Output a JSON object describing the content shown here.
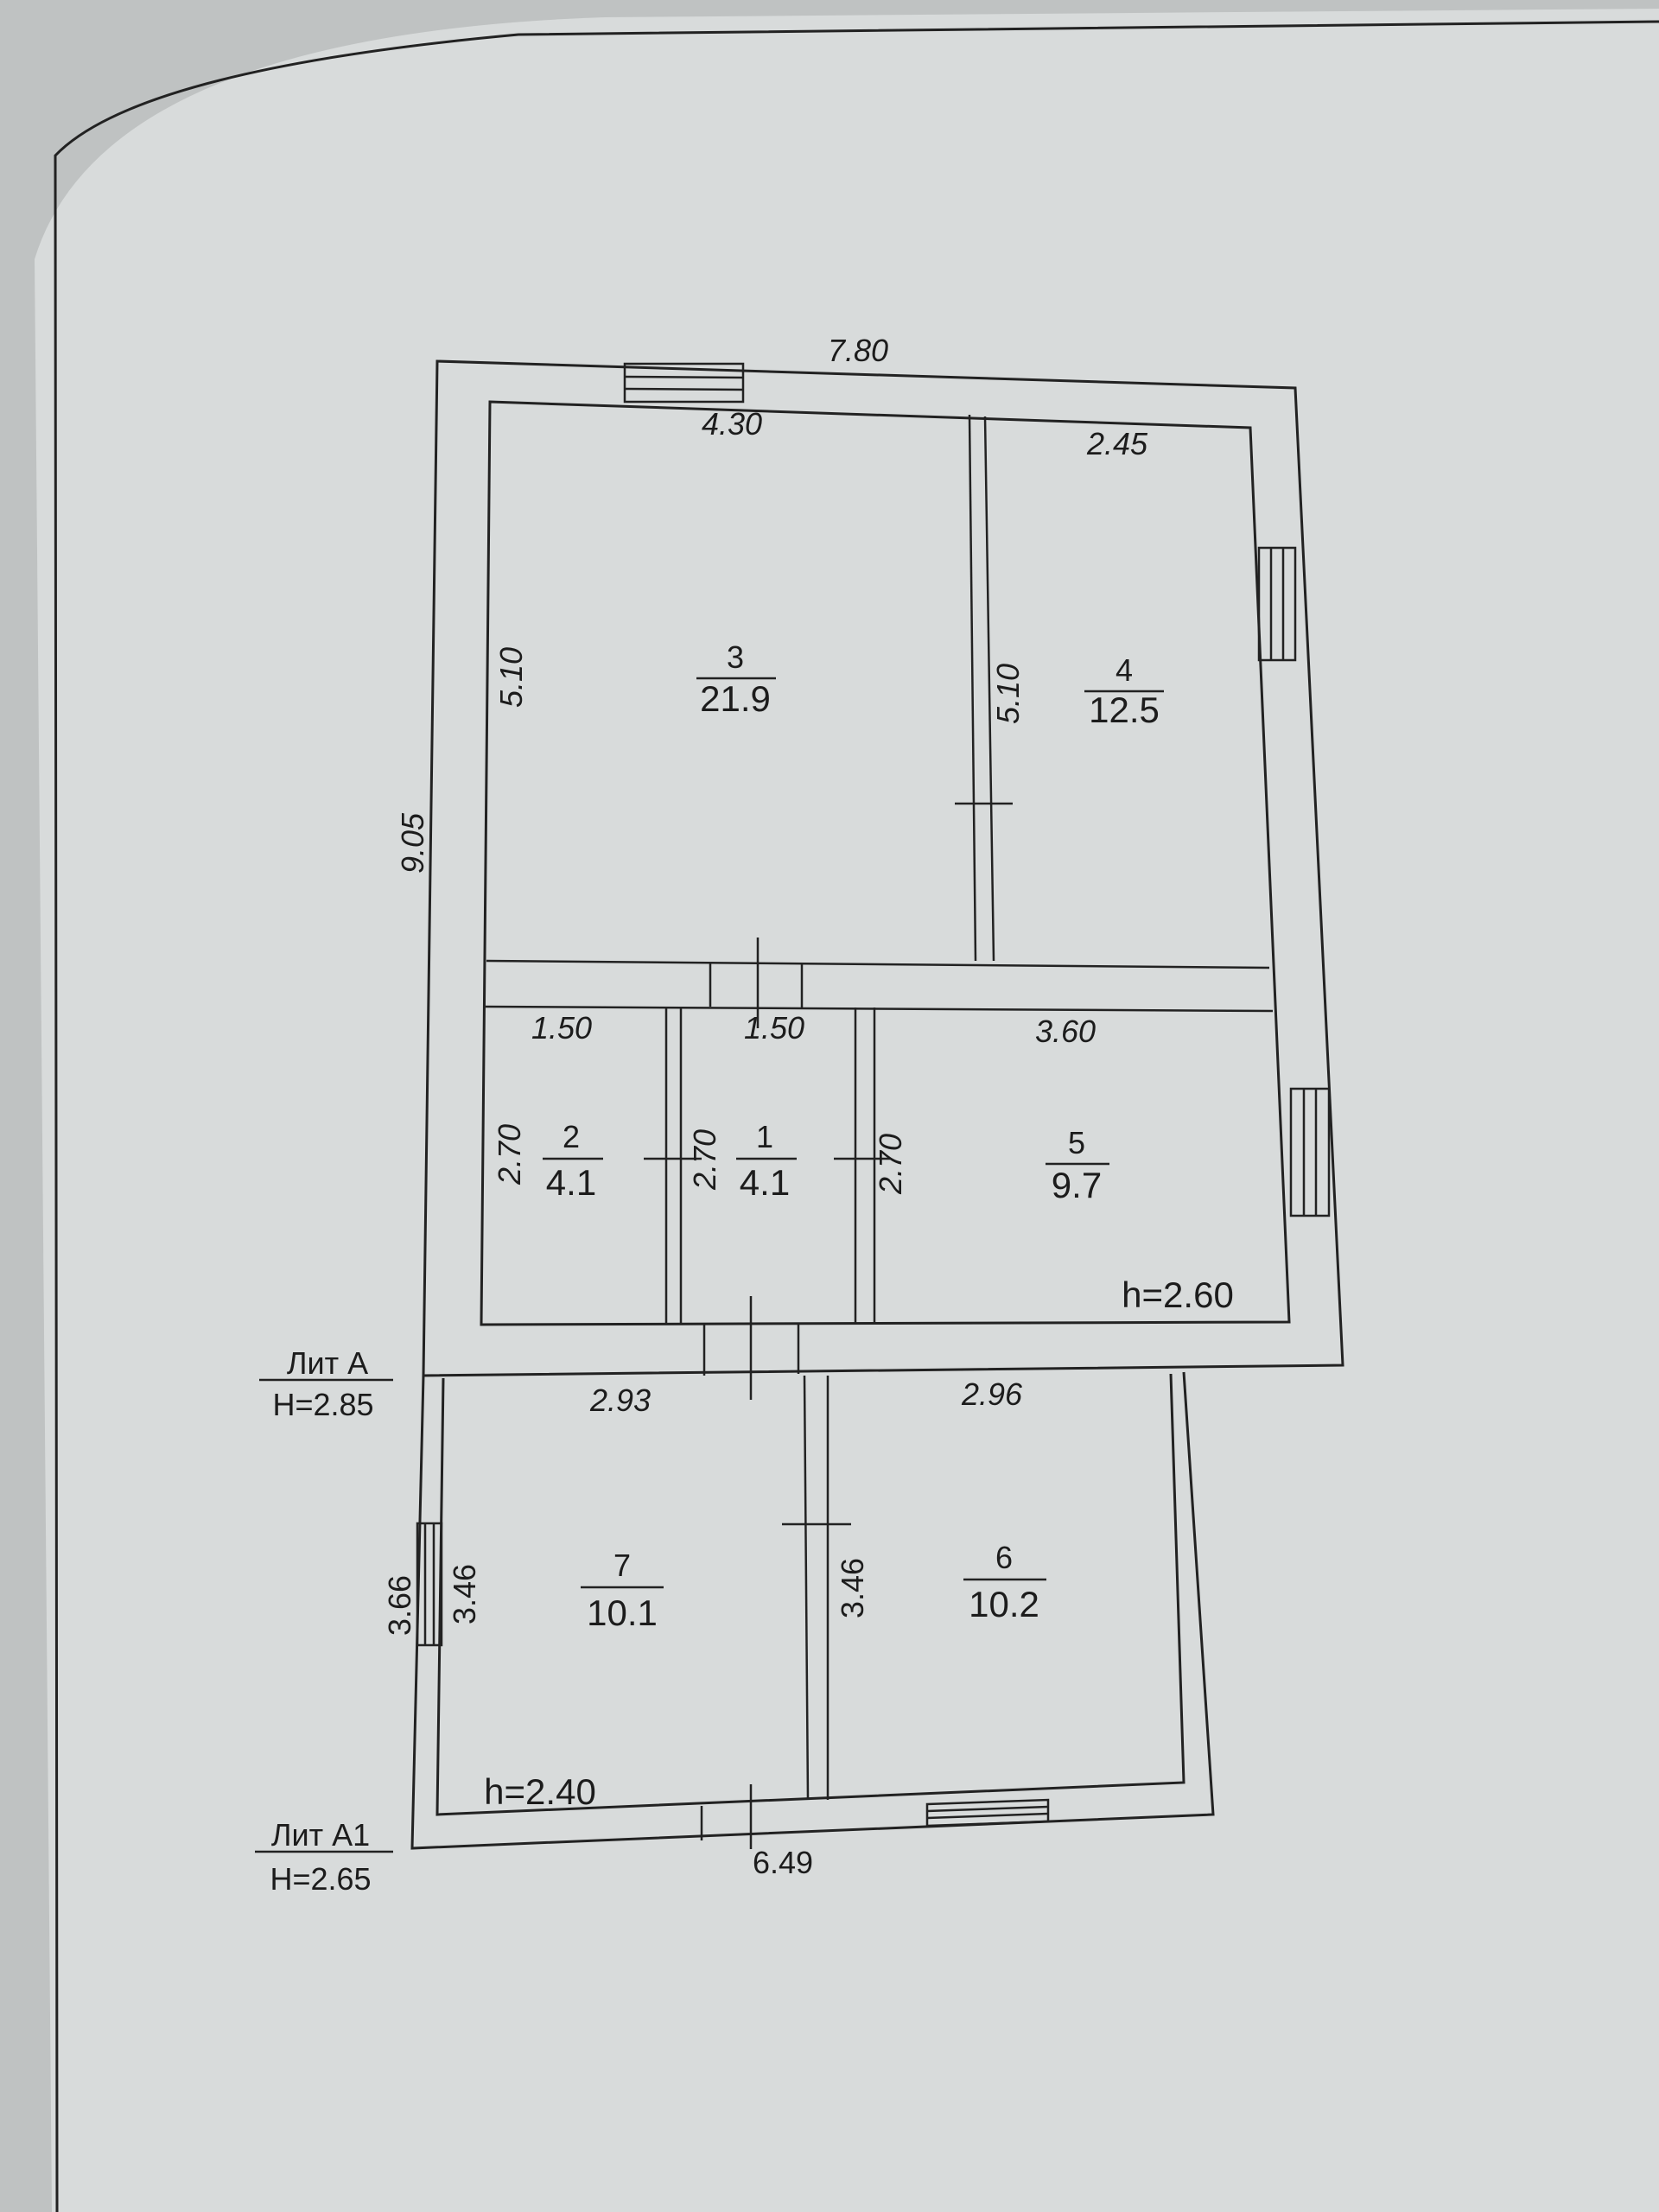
{
  "plan": {
    "overall_width": "7.80",
    "overall_length": "9.05",
    "lit_a": {
      "label": "Лит А",
      "height": "H=2.85",
      "room_height": "h=2.60"
    },
    "lit_a1": {
      "label": "Лит А1",
      "height": "H=2.65",
      "room_height": "h=2.40",
      "width": "6.49",
      "length": "3.66"
    },
    "rooms": [
      {
        "number": "1",
        "area": "4.1",
        "width": "1.50",
        "length": "2.70"
      },
      {
        "number": "2",
        "area": "4.1",
        "width": "1.50",
        "length": "2.70"
      },
      {
        "number": "3",
        "area": "21.9",
        "width": "4.30",
        "length": "5.10"
      },
      {
        "number": "4",
        "area": "12.5",
        "width": "2.45",
        "length": "5.10"
      },
      {
        "number": "5",
        "area": "9.7",
        "width": "3.60",
        "length": "2.70"
      },
      {
        "number": "6",
        "area": "10.2",
        "width": "2.96",
        "length": "3.46"
      },
      {
        "number": "7",
        "area": "10.1",
        "width": "2.93",
        "length": "3.46"
      }
    ]
  }
}
